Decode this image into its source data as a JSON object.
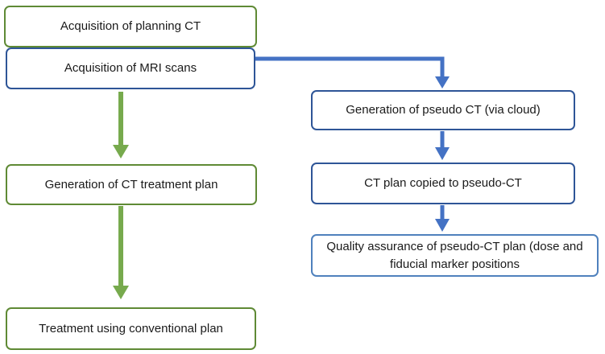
{
  "colors": {
    "green_arrow": "#77aa4d",
    "blue_arrow": "#4472c4",
    "green_border": "#5f8a35",
    "blue_border": "#2e5597"
  },
  "nodes": {
    "planning_ct": "Acquisition of planning CT",
    "mri_scans": "Acquisition of MRI scans",
    "ct_treatment_plan": "Generation of CT treatment plan",
    "conventional_treatment": "Treatment using conventional plan",
    "pseudo_ct": "Generation of pseudo CT (via cloud)",
    "plan_copied": "CT plan copied to pseudo-CT",
    "qa_line1": "Quality assurance of pseudo-CT plan (dose and",
    "qa_line2": "fiducial marker positions"
  }
}
